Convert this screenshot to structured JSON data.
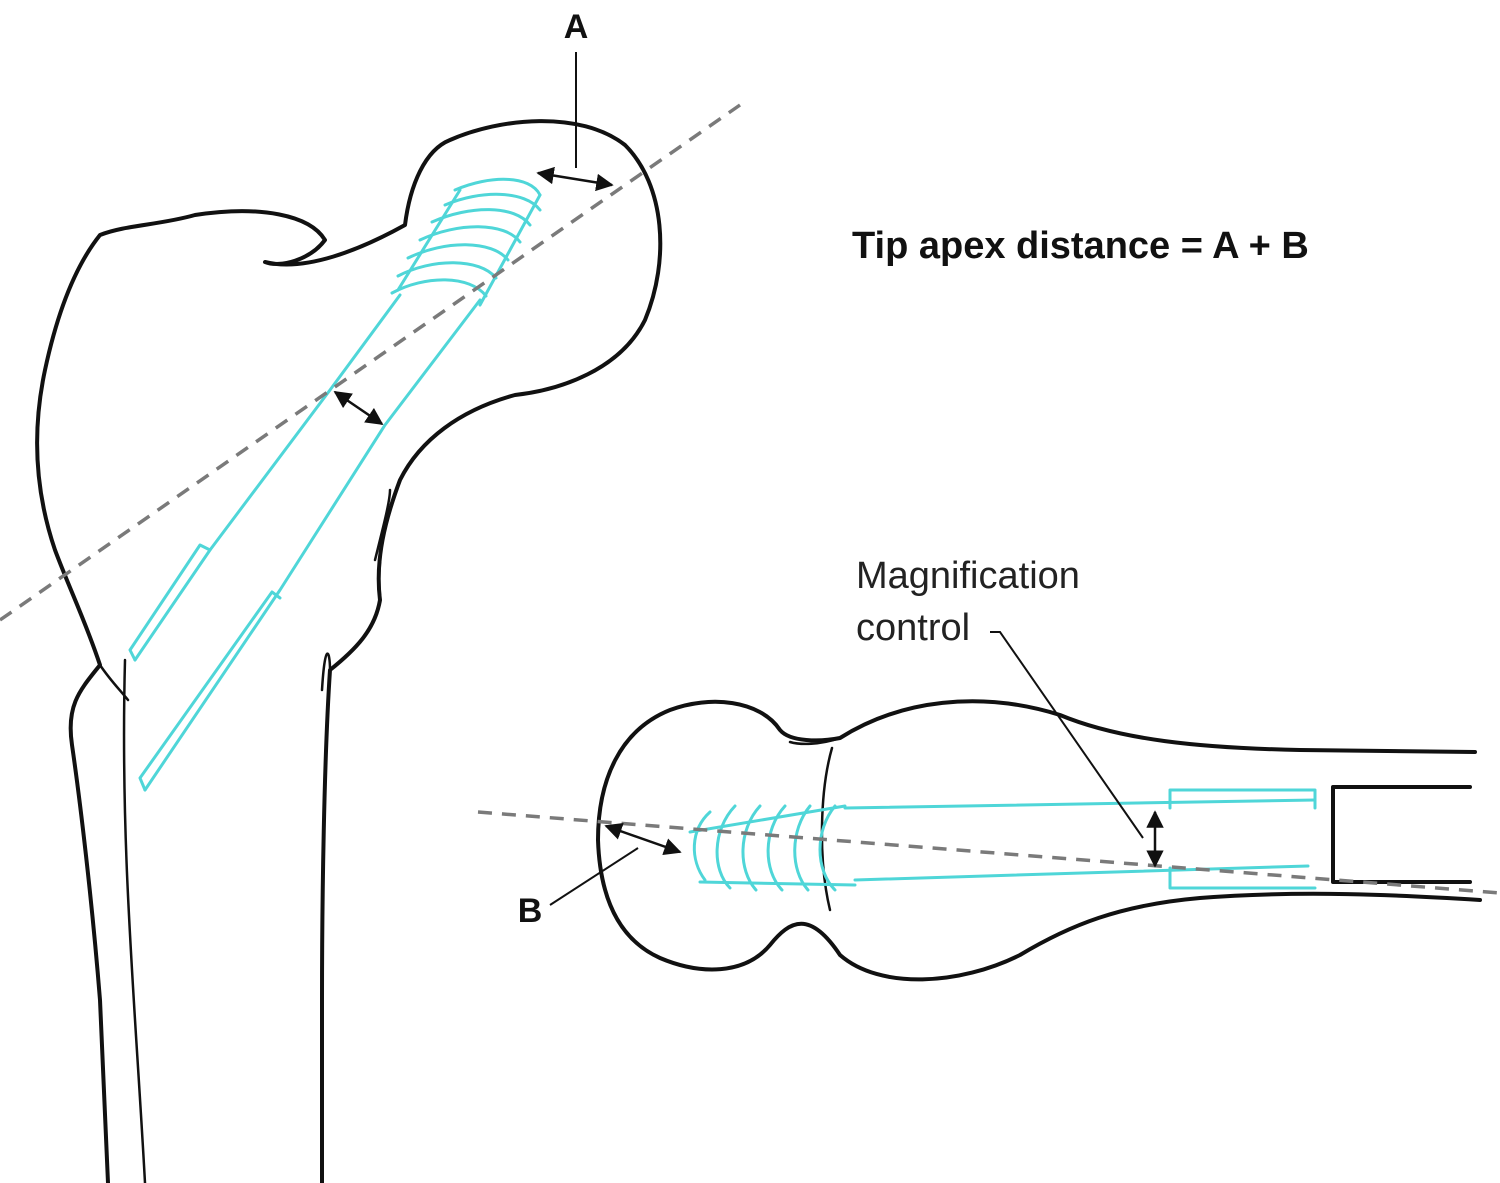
{
  "labels": {
    "a": "A",
    "b": "B",
    "formula": "Tip apex distance = A + B",
    "magnification_line1": "Magnification",
    "magnification_line2": "control"
  },
  "colors": {
    "bone_outline": "#111111",
    "implant": "#4fd6d8",
    "axis_line": "#7a7a7a"
  }
}
